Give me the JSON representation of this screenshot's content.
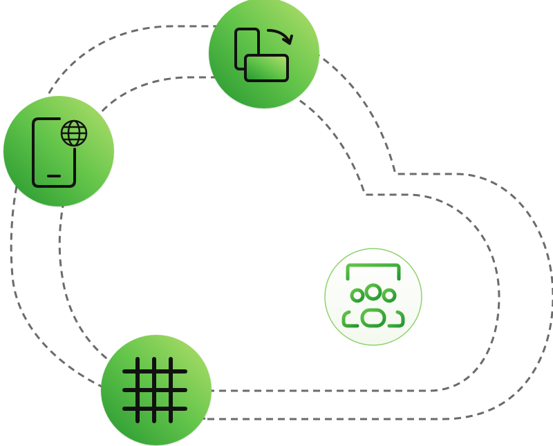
{
  "colors": {
    "background": "#ffffff",
    "dash_line": "#6b6b6b",
    "green_dark": "#23962f",
    "green_mid": "#62c44a",
    "green_light": "#b6e06c",
    "icon_stroke": "#111111",
    "badge_fill": "#f4f9ef",
    "badge_border": "#8fd16a"
  },
  "nodes": [
    {
      "name": "rotate-screen-node",
      "icon": "rotate-screen-icon",
      "style": "solid"
    },
    {
      "name": "mobile-web-node",
      "icon": "mobile-globe-icon",
      "style": "solid"
    },
    {
      "name": "grid-node",
      "icon": "grid-icon",
      "style": "solid"
    },
    {
      "name": "team-presentation-node",
      "icon": "team-presentation-icon",
      "style": "outline"
    }
  ],
  "connectors": [
    {
      "name": "outer-cloud-path",
      "style": "dashed"
    },
    {
      "name": "inner-cloud-path",
      "style": "dashed"
    }
  ]
}
